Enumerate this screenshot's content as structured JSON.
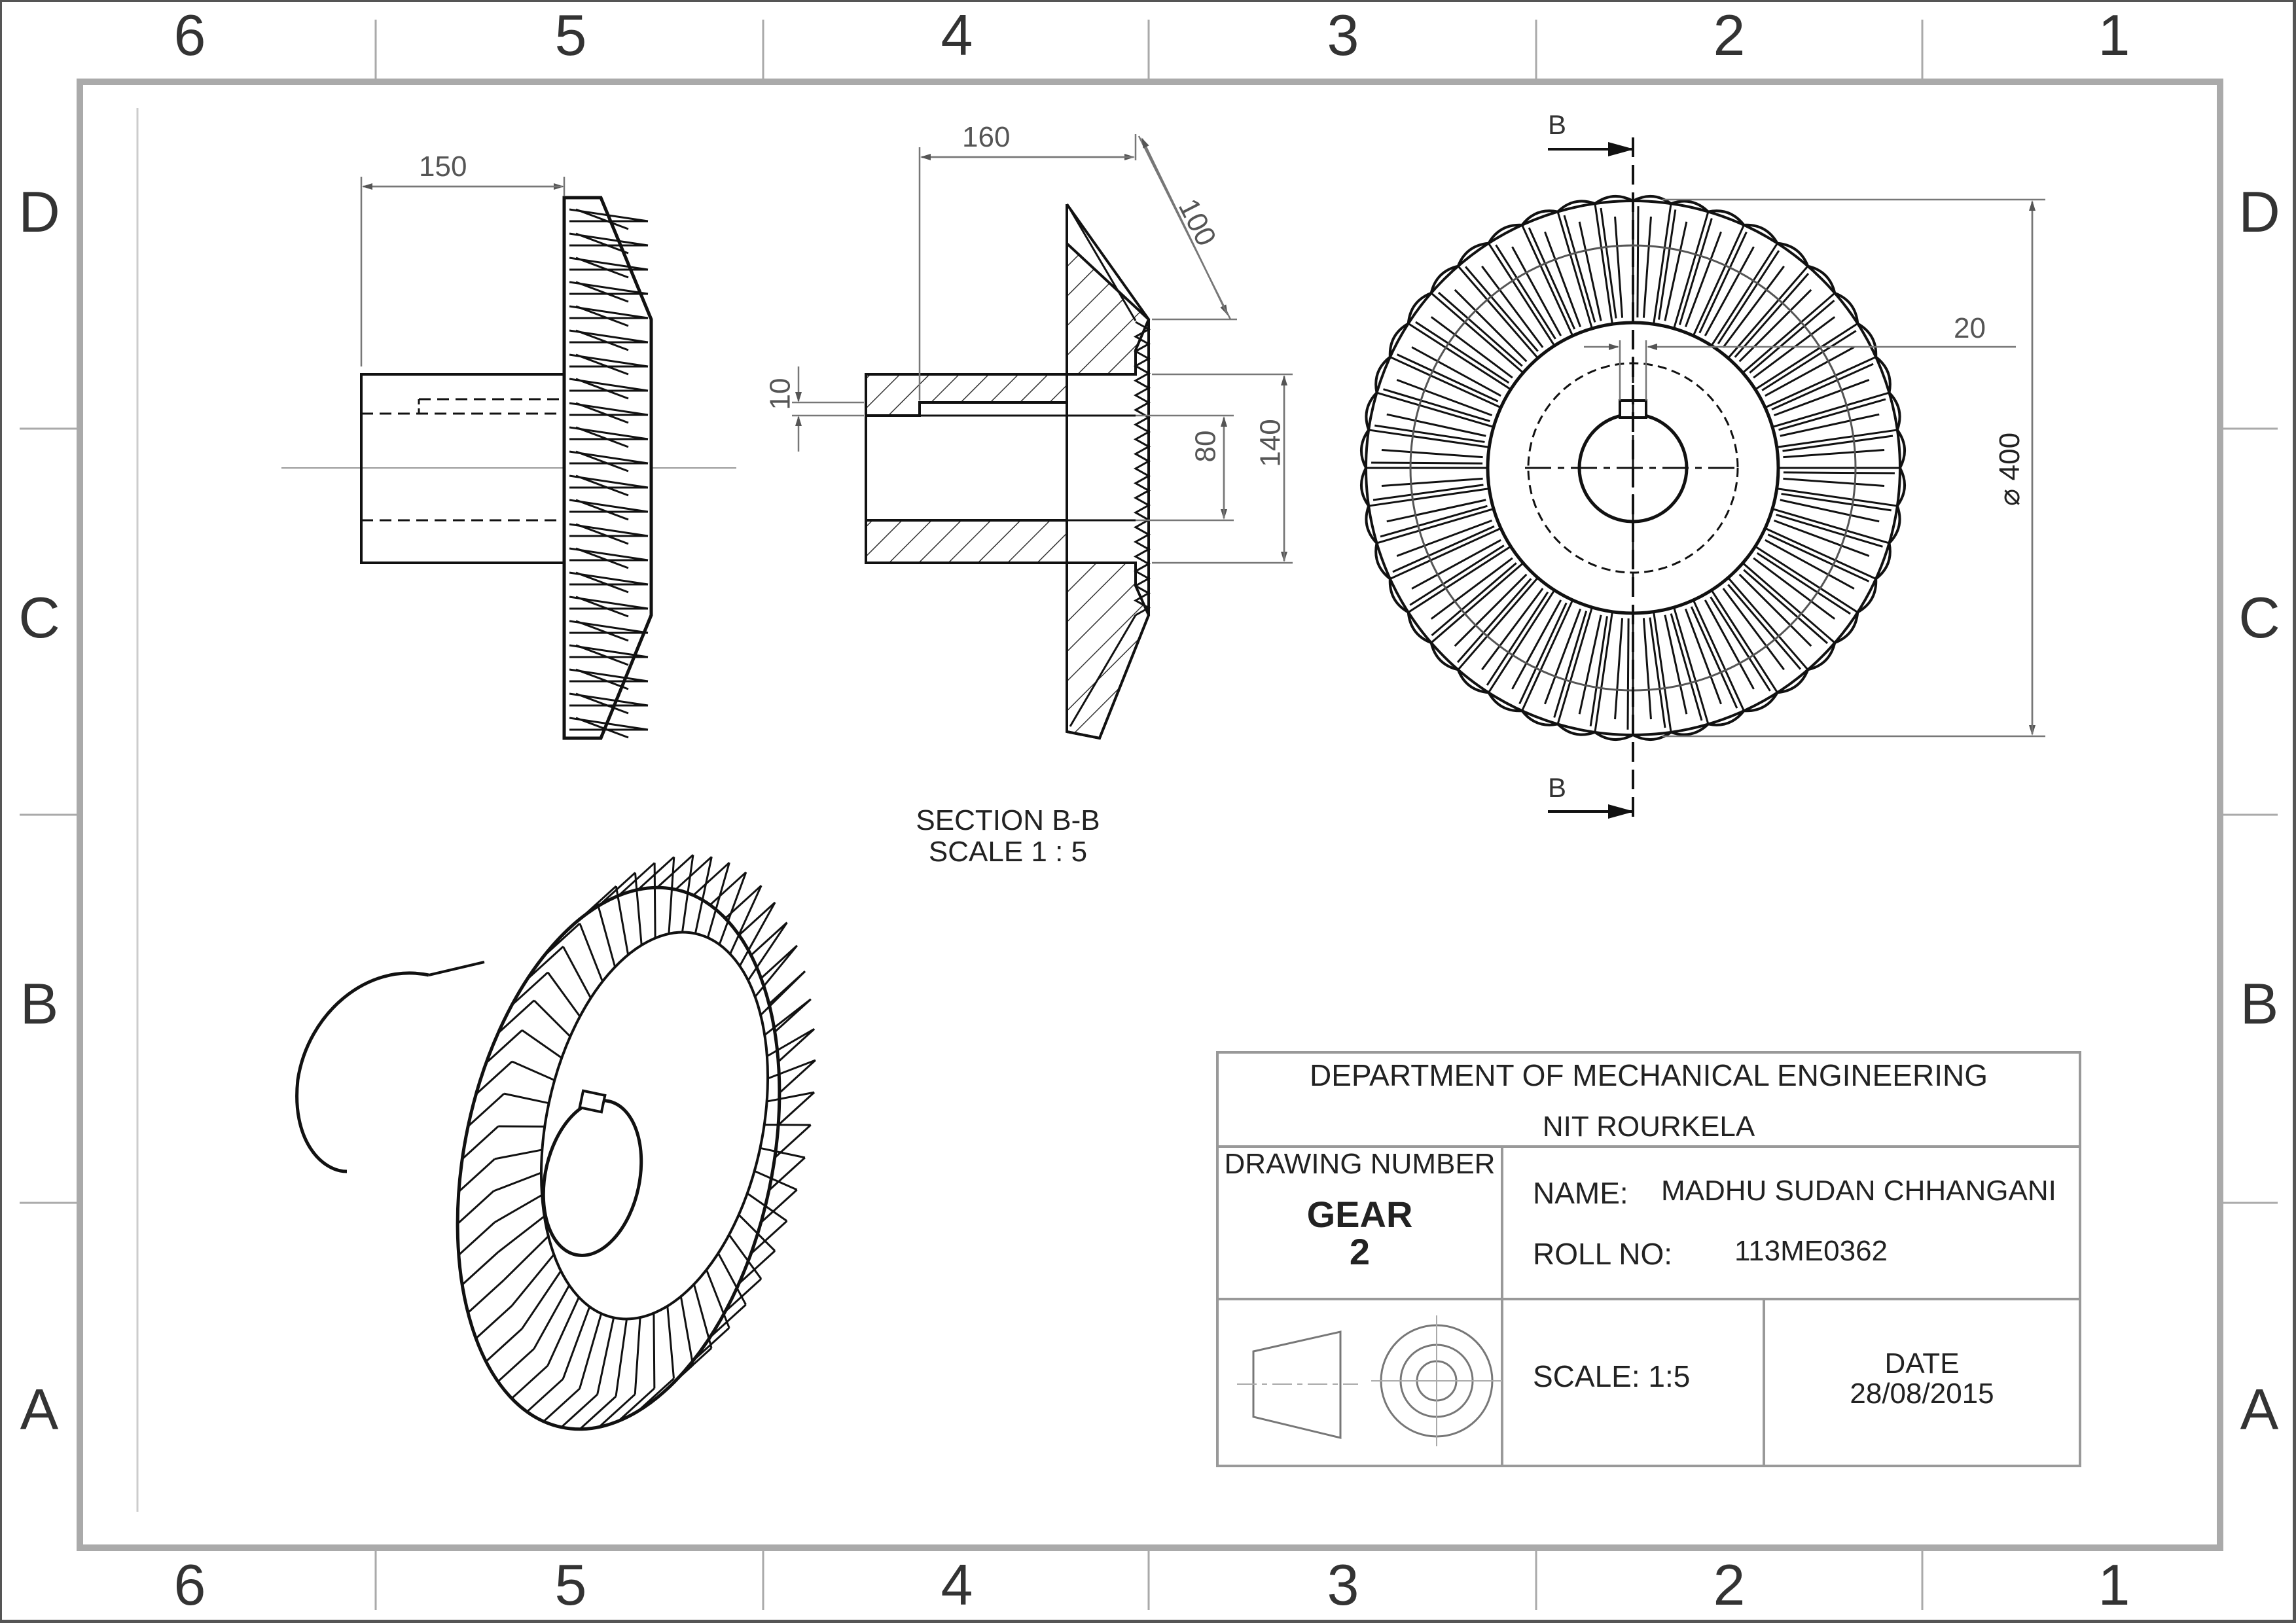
{
  "zones": {
    "columns": [
      "6",
      "5",
      "4",
      "3",
      "2",
      "1"
    ],
    "rows": [
      "D",
      "C",
      "B",
      "A"
    ]
  },
  "dimensions": {
    "side_length": "150",
    "section_length": "160",
    "section_slant": "100",
    "section_wall": "10",
    "bore": "80",
    "hub": "140",
    "keyway": "20",
    "diameter": "⌀ 400"
  },
  "section_marks": {
    "top": "B",
    "bottom": "B"
  },
  "section_caption": {
    "line1": "SECTION B-B",
    "line2": "SCALE 1 : 5"
  },
  "title_block": {
    "department": "DEPARTMENT OF MECHANICAL ENGINEERING",
    "institute": "NIT ROURKELA",
    "drawing_number_label": "DRAWING NUMBER",
    "drawing_title": "GEAR",
    "drawing_number": "2",
    "name_label": "NAME:",
    "name_value": "MADHU SUDAN CHHANGANI",
    "roll_label": "ROLL NO:",
    "roll_value": "113ME0362",
    "scale": "SCALE: 1:5",
    "date_label": "DATE",
    "date_value": "28/08/2015"
  }
}
